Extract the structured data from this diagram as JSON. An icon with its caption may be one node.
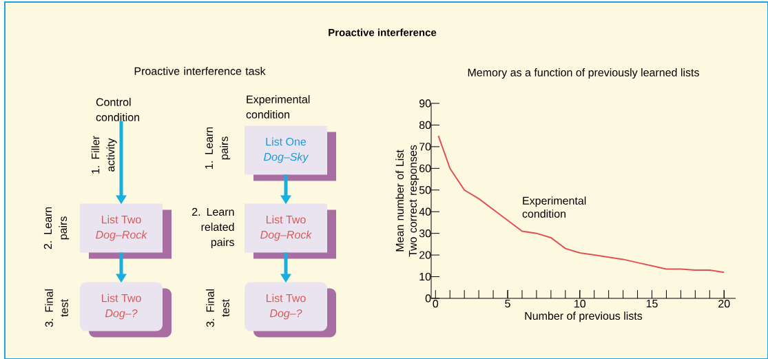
{
  "diagram": {
    "title": "Proactive interference",
    "nodes": [
      {
        "text": [
          "Control condition"
        ]
      },
      {
        "text": [
          "List Two",
          "Dog–Rock"
        ],
        "beside": [
          "2. Learn pairs"
        ]
      },
      {
        "text": [
          "List Two",
          "Dog–?"
        ],
        "beside": [
          "3. Final test"
        ]
      },
      {
        "text": [
          "List One",
          "Dog–Sky"
        ],
        "beside": [
          "1. Learn pairs"
        ]
      },
      {
        "text": [
          "List Two",
          "Dog–Rock"
        ],
        "beside": [
          "2. Learn related pairs"
        ]
      },
      {
        "text": [
          "List Two",
          "Dog–?"
        ],
        "beside": [
          "3. Final test"
        ]
      }
    ],
    "edges": [
      {
        "from": 0,
        "to": 1,
        "arrow": "to",
        "label": "1. Filler activity"
      },
      {
        "from": 1,
        "to": 2,
        "arrow": "to"
      },
      {
        "from": 3,
        "to": 4,
        "arrow": "to"
      },
      {
        "from": 4,
        "to": 5,
        "arrow": "to"
      }
    ],
    "labels": [
      "Proactive interference task",
      "Experimental condition"
    ],
    "chart_data": {
      "type": "line",
      "title": "Memory as a function of previously learned lists",
      "xlabel": "Number of previous lists",
      "ylabel": "Mean number of List Two correct responses",
      "x": [
        0.2,
        1,
        2,
        3,
        4,
        5,
        6,
        7,
        8,
        9,
        10,
        11,
        12,
        13,
        14,
        15,
        16,
        17,
        18,
        19,
        20
      ],
      "series": [
        {
          "color": "#e05252",
          "values": [
            75,
            60,
            50,
            46,
            41,
            36,
            31,
            30,
            28,
            23,
            21,
            20,
            19,
            18,
            16.5,
            15,
            13.5,
            13.5,
            13,
            13,
            12
          ]
        }
      ],
      "xlim": [
        -0.3,
        20.8
      ],
      "ylim": [
        0,
        90
      ],
      "xticks": [
        0,
        5,
        10,
        15,
        20
      ],
      "yticks": [
        0,
        10,
        20,
        30,
        40,
        50,
        60,
        70,
        80,
        90
      ],
      "annotations": [
        "Experimental condition"
      ]
    }
  }
}
